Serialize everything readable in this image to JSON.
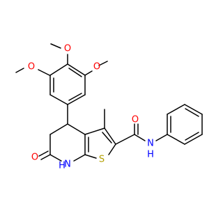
{
  "molecule": {
    "atoms": {
      "o_top": "O",
      "o_left": "O",
      "o_right": "O",
      "o_keto": "O",
      "o_amide": "O",
      "n_ring": "N",
      "h_ring": "H",
      "s_ring": "S",
      "n_amide": "N",
      "h_amide": "H"
    },
    "colors": {
      "oxygen": "#ff0000",
      "nitrogen": "#0000ff",
      "sulfur": "#b3a000",
      "bond": "#000000"
    }
  }
}
